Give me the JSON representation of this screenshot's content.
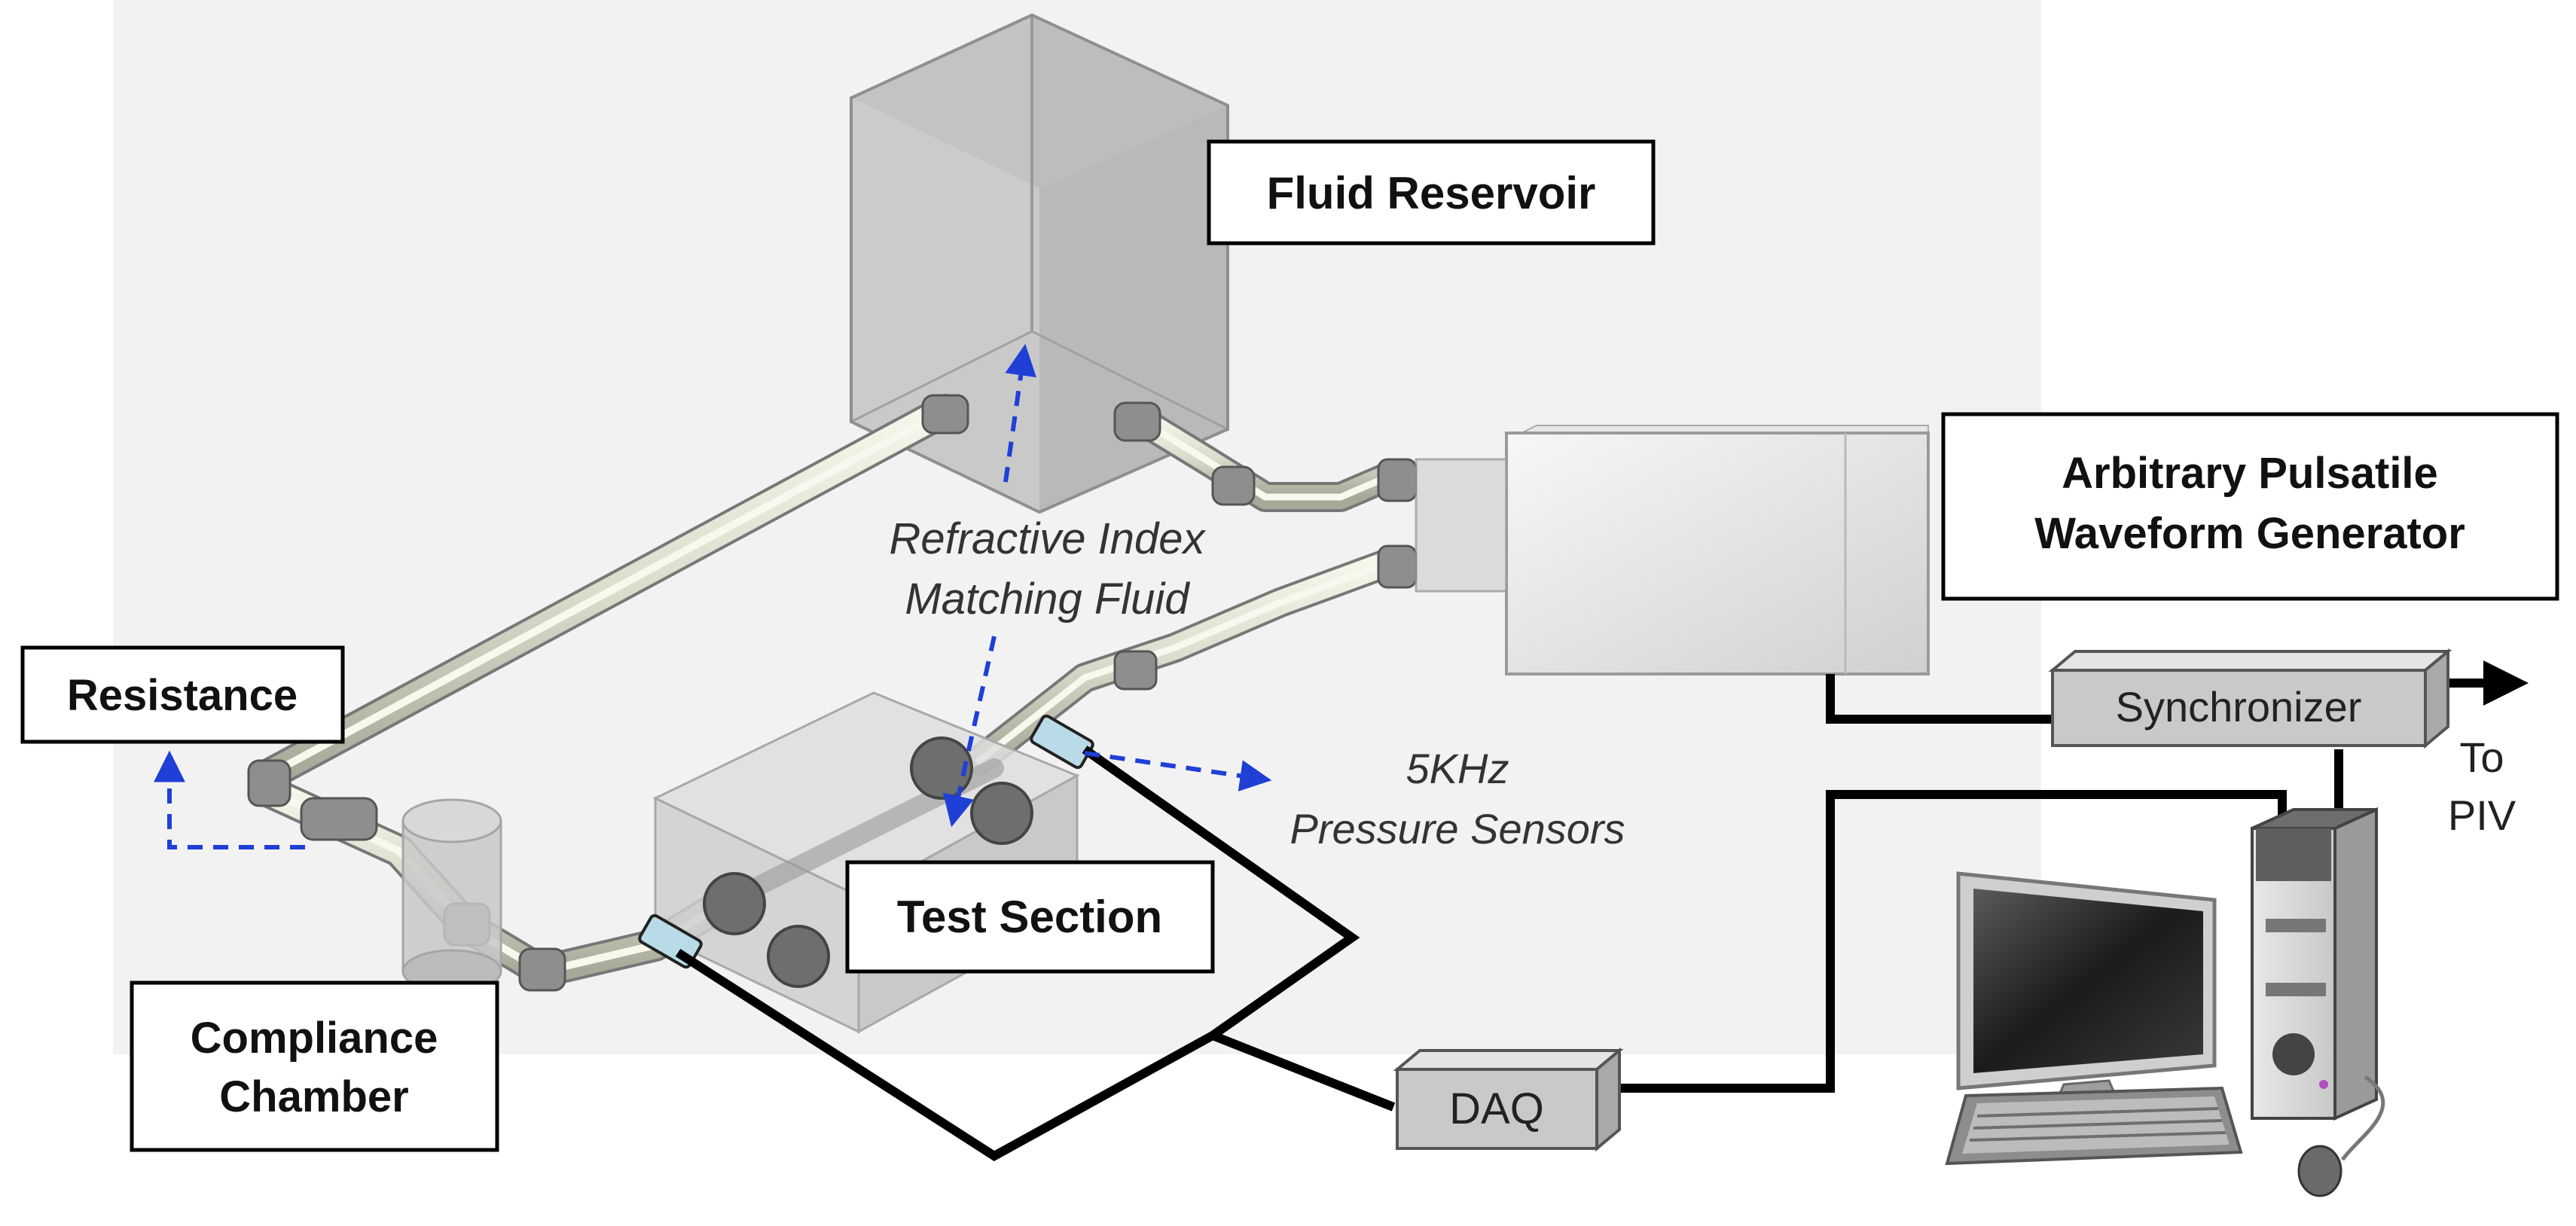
{
  "labels": {
    "fluid_reservoir": "Fluid Reservoir",
    "generator_line1": "Arbitrary Pulsatile",
    "generator_line2": "Waveform Generator",
    "resistance": "Resistance",
    "compliance_line1": "Compliance",
    "compliance_line2": "Chamber",
    "test_section": "Test Section",
    "fluid_line1": "Refractive Index",
    "fluid_line2": "Matching Fluid",
    "sensors_line1": "5KHz",
    "sensors_line2": "Pressure Sensors",
    "synchronizer": "Synchronizer",
    "daq": "DAQ",
    "to_piv_line1": "To",
    "to_piv_line2": "PIV"
  },
  "colors": {
    "annotation_arrow": "#1f3fd6",
    "signal_wire": "#000000",
    "background_panel": "#f2f2f2"
  }
}
